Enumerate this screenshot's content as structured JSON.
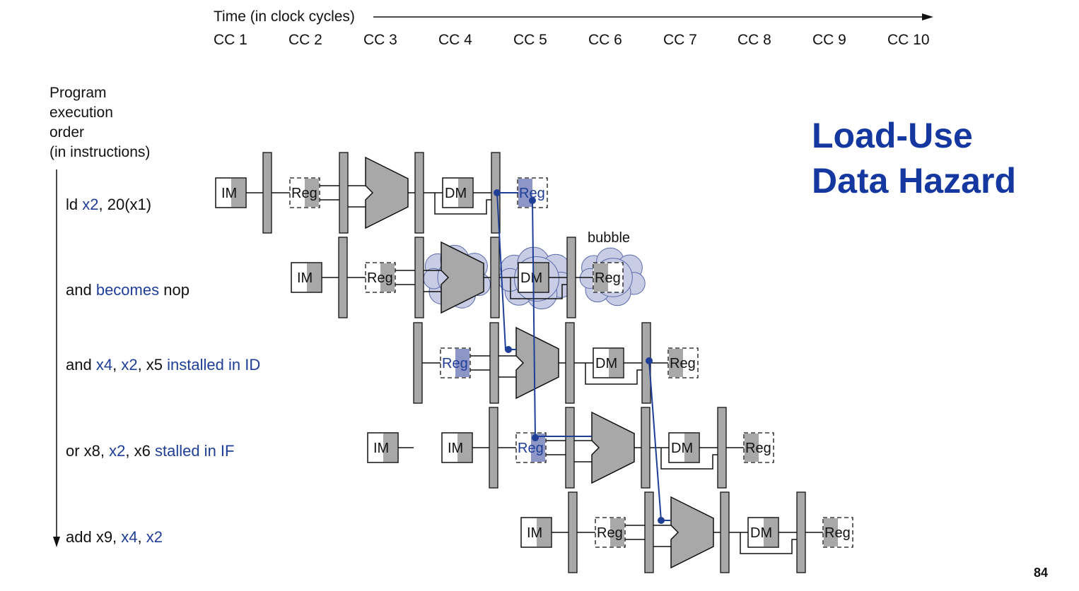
{
  "time_axis": {
    "title": "Time (in clock cycles)",
    "cycles": [
      "CC 1",
      "CC 2",
      "CC 3",
      "CC 4",
      "CC 5",
      "CC 6",
      "CC 7",
      "CC 8",
      "CC 9",
      "CC 10"
    ]
  },
  "order_label": "Program\nexecution\norder\n(in instructions)",
  "instructions": [
    {
      "parts": [
        {
          "t": "ld ",
          "hl": false
        },
        {
          "t": "x2",
          "hl": true
        },
        {
          "t": ", 20(x1)",
          "hl": false
        }
      ]
    },
    {
      "parts": [
        {
          "t": "and ",
          "hl": false
        },
        {
          "t": "becomes",
          "hl": true
        },
        {
          "t": " nop",
          "hl": false
        }
      ]
    },
    {
      "parts": [
        {
          "t": "and ",
          "hl": false
        },
        {
          "t": "x4",
          "hl": true
        },
        {
          "t": ", ",
          "hl": false
        },
        {
          "t": "x2",
          "hl": true
        },
        {
          "t": ", x5 ",
          "hl": false
        },
        {
          "t": "installed in ID",
          "hl": true
        }
      ]
    },
    {
      "parts": [
        {
          "t": "or x8, ",
          "hl": false
        },
        {
          "t": "x2",
          "hl": true
        },
        {
          "t": ", x6 ",
          "hl": false
        },
        {
          "t": "stalled in IF",
          "hl": true
        }
      ]
    },
    {
      "parts": [
        {
          "t": "add x9, ",
          "hl": false
        },
        {
          "t": "x4",
          "hl": true
        },
        {
          "t": ", ",
          "hl": false
        },
        {
          "t": "x2",
          "hl": true
        }
      ]
    }
  ],
  "title": {
    "line1": "Load-Use",
    "line2": "Data Hazard"
  },
  "bubble_label": "bubble",
  "stage_labels": {
    "im": "IM",
    "reg": "Reg",
    "dm": "DM"
  },
  "page_number": "84",
  "colors": {
    "accent": "#1437a0",
    "highlight_text": "#1f3e96",
    "stage_gray": "#a8a8a8",
    "reg_highlight": "#8e96c8",
    "bubble_fill": "#c8cce4",
    "forward_line": "#1f3e96"
  }
}
